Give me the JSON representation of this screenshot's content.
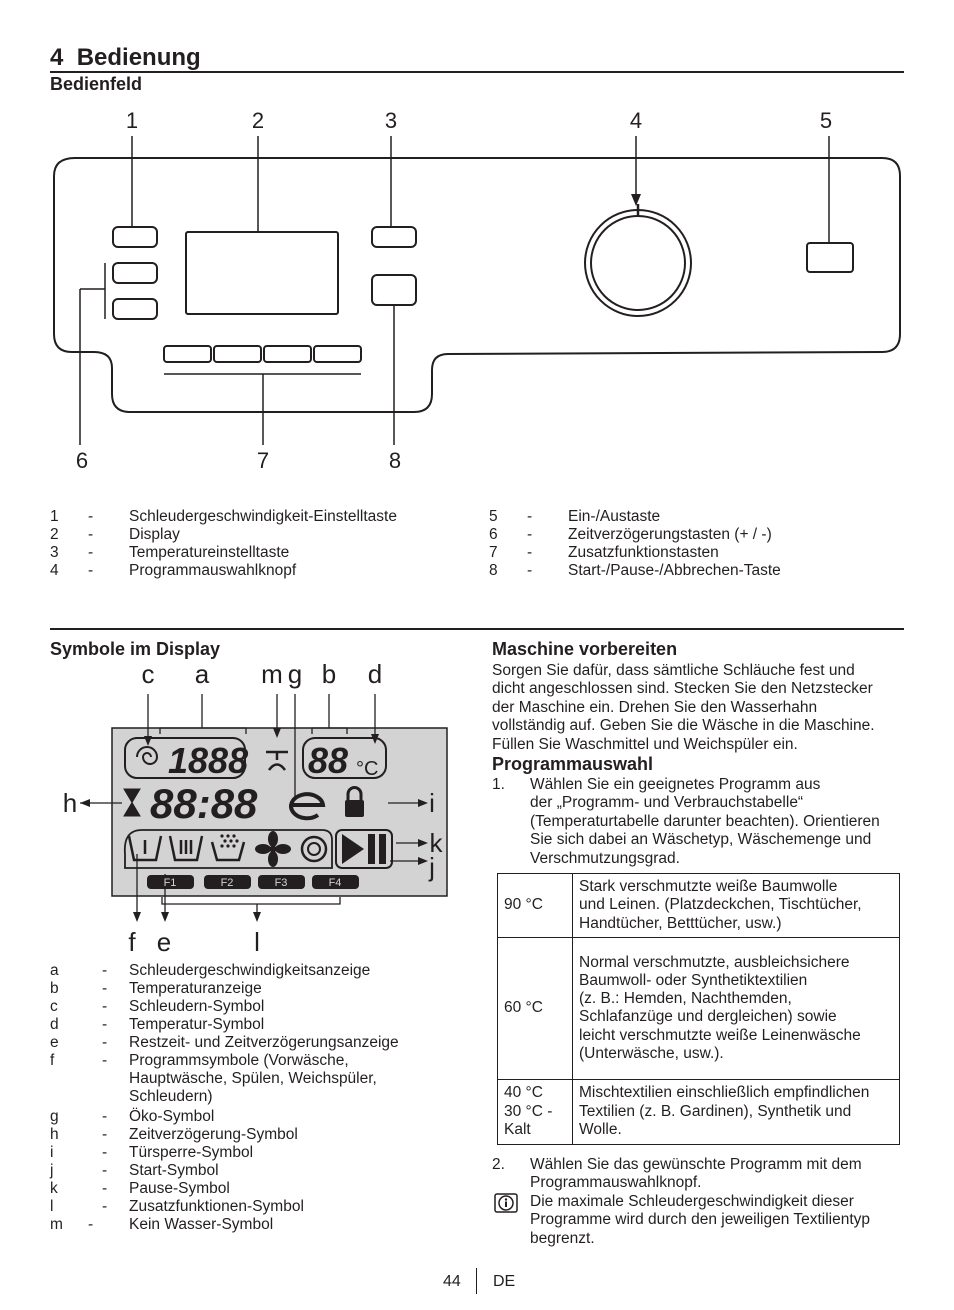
{
  "section": {
    "number": "4",
    "title": "Bedienung"
  },
  "control_panel": {
    "heading": "Bedienfeld",
    "callouts_top": [
      "1",
      "2",
      "3",
      "4",
      "5"
    ],
    "callouts_bottom": [
      "6",
      "7",
      "8"
    ],
    "legend_left": [
      {
        "num": "1",
        "dash": "-",
        "text": "Schleudergeschwindigkeit-Einstelltaste"
      },
      {
        "num": "2",
        "dash": "-",
        "text": "Display"
      },
      {
        "num": "3",
        "dash": "-",
        "text": "Temperatureinstelltaste"
      },
      {
        "num": "4",
        "dash": "-",
        "text": "Programmauswahlknopf"
      }
    ],
    "legend_right": [
      {
        "num": "5",
        "dash": "-",
        "text": "Ein-/Austaste"
      },
      {
        "num": "6",
        "dash": "-",
        "text": "Zeitverzögerungstasten (+ / -)"
      },
      {
        "num": "7",
        "dash": "-",
        "text": "Zusatzfunktionstasten"
      },
      {
        "num": "8",
        "dash": "-",
        "text": "Start-/Pause-/Abbrechen-Taste"
      }
    ]
  },
  "display_symbols": {
    "heading": "Symbole im Display",
    "letters_top": [
      "c",
      "a",
      "m",
      "g",
      "b",
      "d"
    ],
    "letters_side": [
      "h",
      "i",
      "k",
      "j"
    ],
    "letters_bottom": [
      "f",
      "e",
      "l"
    ],
    "lcd": {
      "spin_digits": "1888",
      "temp_digits": "88",
      "temp_unit": "°C",
      "time_digits": "88:88",
      "function_keys": [
        "F1",
        "F2",
        "F3",
        "F4"
      ]
    },
    "legend": [
      {
        "key": "a",
        "dash": "-",
        "text": [
          "Schleudergeschwindigkeitsanzeige"
        ]
      },
      {
        "key": "b",
        "dash": "-",
        "text": [
          "Temperaturanzeige"
        ]
      },
      {
        "key": "c",
        "dash": "-",
        "text": [
          "Schleudern-Symbol"
        ]
      },
      {
        "key": "d",
        "dash": "-",
        "text": [
          "Temperatur-Symbol"
        ]
      },
      {
        "key": "e",
        "dash": "-",
        "text": [
          "Restzeit- und Zeitverzögerungsanzeige"
        ]
      },
      {
        "key": "f",
        "dash": "-",
        "text": [
          "Programmsymbole (Vorwäsche,",
          "Hauptwäsche, Spülen, Weichspüler,",
          "Schleudern)"
        ]
      },
      {
        "key": "g",
        "dash": "-",
        "text": [
          "Öko-Symbol"
        ]
      },
      {
        "key": "h",
        "dash": "-",
        "text": [
          "Zeitverzögerung-Symbol"
        ]
      },
      {
        "key": "i",
        "dash": "-",
        "text": [
          "Türsperre-Symbol"
        ]
      },
      {
        "key": "j",
        "dash": "-",
        "text": [
          "Start-Symbol"
        ]
      },
      {
        "key": "k",
        "dash": "-",
        "text": [
          "Pause-Symbol"
        ]
      },
      {
        "key": "l",
        "dash": "-",
        "text": [
          "Zusatzfunktionen-Symbol"
        ]
      },
      {
        "key": "m",
        "dash": "-",
        "text": [
          "Kein Wasser-Symbol"
        ]
      }
    ]
  },
  "prepare": {
    "heading": "Maschine vorbereiten",
    "lines": [
      "Sorgen Sie dafür, dass sämtliche Schläuche fest und",
      "dicht angeschlossen sind. Stecken Sie den Netzstecker",
      "der Maschine ein. Drehen Sie den Wasserhahn",
      "vollständig auf. Geben Sie die Wäsche in die Maschine.",
      "Füllen Sie Waschmittel und Weichspüler ein."
    ]
  },
  "program": {
    "heading": "Programmauswahl",
    "step1_num": "1.",
    "step1_lines": [
      "Wählen Sie ein geeignetes Programm aus",
      "der „Programm- und Verbrauchstabelle“",
      "(Temperaturtabelle darunter beachten). Orientieren",
      "Sie sich dabei an Wäschetyp, Wäschemenge und",
      "Verschmutzungsgrad."
    ],
    "table": [
      {
        "temp": [
          "90 °C"
        ],
        "desc": [
          "Stark verschmutzte weiße Baumwolle",
          "und Leinen. (Platzdeckchen, Tischtücher,",
          "Handtücher, Betttücher, usw.)"
        ]
      },
      {
        "temp": [
          "60 °C"
        ],
        "desc": [
          "Normal verschmutzte, ausbleichsichere",
          "Baumwoll- oder Synthetiktextilien",
          "(z. B.: Hemden, Nachthemden,",
          "Schlafanzüge und dergleichen) sowie",
          "leicht verschmutzte weiße Leinenwäsche",
          "(Unterwäsche, usw.)."
        ]
      },
      {
        "temp": [
          "40 °C",
          "30 °C -",
          "Kalt"
        ],
        "desc": [
          "Mischtextilien einschließlich empfindlichen",
          "Textilien (z. B. Gardinen), Synthetik und",
          "Wolle."
        ]
      }
    ],
    "step2_num": "2.",
    "step2_lines": [
      "Wählen Sie das gewünschte Programm mit dem",
      "Programmauswahlknopf."
    ],
    "info_icon": "info-icon",
    "note_lines": [
      "Die maximale Schleudergeschwindigkeit dieser",
      "Programme wird durch den jeweiligen Textilientyp",
      "begrenzt."
    ]
  },
  "footer": {
    "page": "44",
    "lang": "DE"
  }
}
